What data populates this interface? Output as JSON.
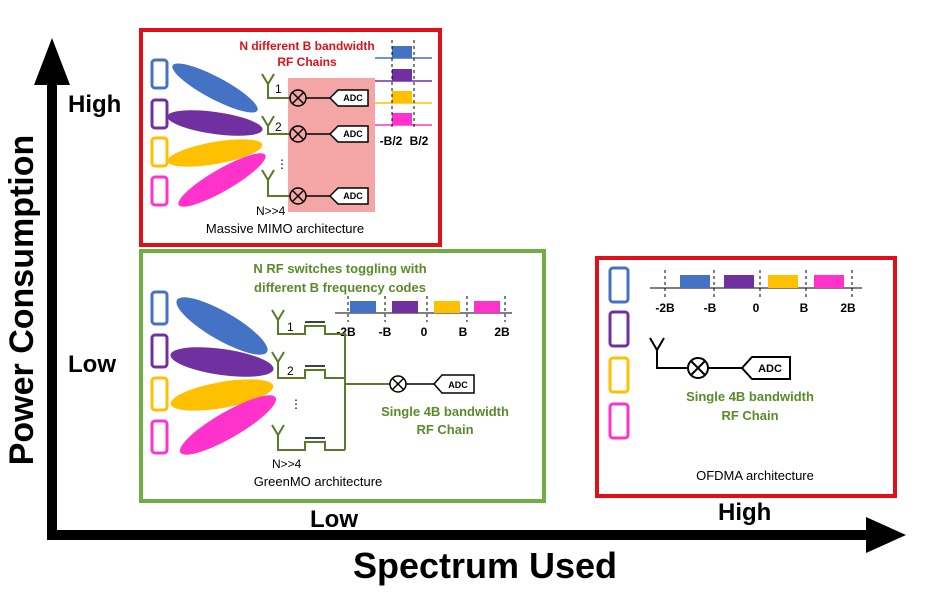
{
  "axes": {
    "y_label": "Power Consumption",
    "x_label": "Spectrum Used",
    "y_high": "High",
    "y_low": "Low",
    "x_low": "Low",
    "x_high": "High"
  },
  "colors": {
    "blue": "#4472c4",
    "purple": "#7030a0",
    "yellow": "#ffc000",
    "pink": "#ff33cc",
    "red_frame": "#e0101a",
    "green_frame": "#70ad47",
    "green_text": "#5a8a2a",
    "rf_block": "#f4a6a6"
  },
  "mimo": {
    "title_line1": "N different B bandwidth",
    "title_line2": "RF Chains",
    "caption": "Massive MIMO architecture",
    "antenna_labels": [
      "1",
      "2",
      "⋮"
    ],
    "n_label": "N>>4",
    "adc_label": "ADC",
    "band_labels": [
      "-B/2",
      "B/2"
    ]
  },
  "greenmo": {
    "title_line1": "N RF switches toggling with",
    "title_line2": "different B frequency codes",
    "band_labels": [
      "-2B",
      "-B",
      "0",
      "B",
      "2B"
    ],
    "antenna_labels": [
      "1",
      "2",
      "⋮"
    ],
    "n_label": "N>>4",
    "adc_label": "ADC",
    "chain_line1": "Single 4B bandwidth",
    "chain_line2": "RF Chain",
    "caption": "GreenMO architecture"
  },
  "ofdma": {
    "band_labels": [
      "-2B",
      "-B",
      "0",
      "B",
      "2B"
    ],
    "adc_label": "ADC",
    "chain_line1": "Single 4B bandwidth",
    "chain_line2": "RF Chain",
    "caption": "OFDMA architecture"
  }
}
